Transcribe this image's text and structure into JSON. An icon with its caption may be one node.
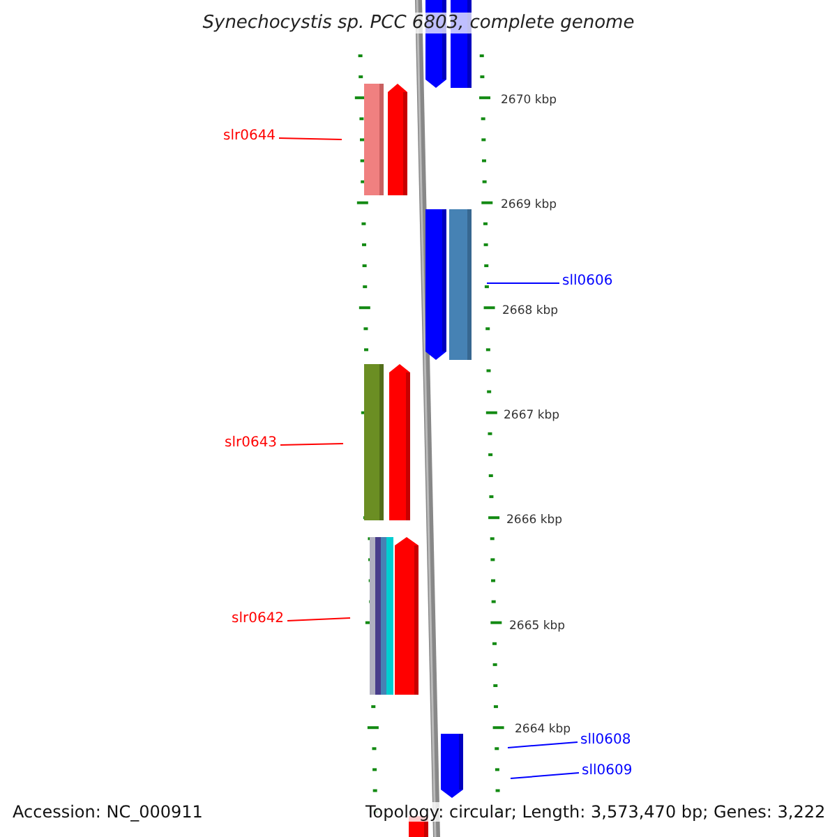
{
  "diagram": {
    "title": "Synechocystis sp. PCC 6803, complete genome",
    "nodes": [
      {
        "text": [
          "slr0644"
        ]
      },
      {
        "text": [
          "sll0606"
        ]
      },
      {
        "text": [
          "slr0643"
        ]
      },
      {
        "text": [
          "slr0642"
        ]
      },
      {
        "text": [
          "sll0608"
        ]
      },
      {
        "text": [
          "sll0609"
        ]
      }
    ],
    "edges": [
      {
        "from": 0,
        "to": null,
        "arrow": "none",
        "color": "#ff0000"
      },
      {
        "from": 1,
        "to": null,
        "arrow": "none",
        "color": "#0000ff"
      },
      {
        "from": 2,
        "to": null,
        "arrow": "none",
        "color": "#ff0000"
      },
      {
        "from": 3,
        "to": null,
        "arrow": "none",
        "color": "#ff0000"
      },
      {
        "from": 4,
        "to": null,
        "arrow": "none",
        "color": "#0000ff"
      },
      {
        "from": 5,
        "to": null,
        "arrow": "none",
        "color": "#0000ff"
      }
    ],
    "labels": [
      "2670 kbp",
      "2669 kbp",
      "2668 kbp",
      "2667 kbp",
      "2666 kbp",
      "2665 kbp",
      "2664 kbp",
      "Accession: NC_000911",
      "Topology: circular; Length: 3,573,470 bp; Genes: 3,222"
    ]
  }
}
